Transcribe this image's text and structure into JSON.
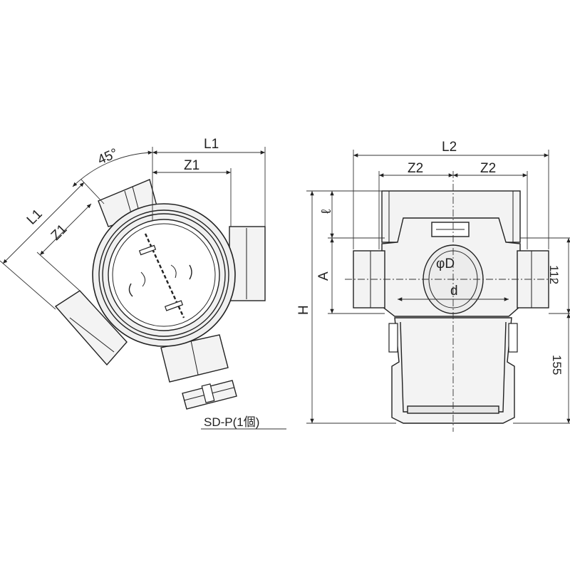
{
  "left_view": {
    "angle": "45°",
    "dim_L1_top": "L1",
    "dim_Z1_top": "Z1",
    "dim_L1_diag": "L1",
    "dim_Z1_diag": "Z1",
    "part_caption": "SD-P(1個)"
  },
  "right_view": {
    "dim_L2": "L2",
    "dim_Z2_left": "Z2",
    "dim_Z2_right": "Z2",
    "dim_ell": "ℓ",
    "dim_A": "A",
    "dim_H": "H",
    "dim_phiD": "φD",
    "dim_d": "d",
    "dim_112": "112",
    "dim_155": "155"
  }
}
